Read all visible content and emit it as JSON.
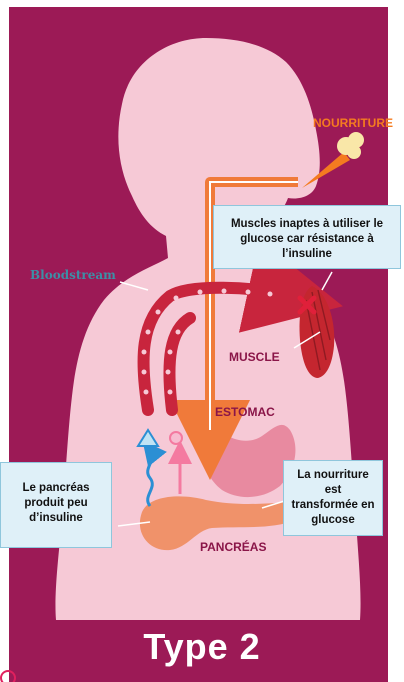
{
  "labels": {
    "food": "NOURRITURE",
    "bloodstream": "Bloodstream",
    "muscle": "MUSCLE",
    "stomach": "ESTOMAC",
    "pancreas": "PANCRÉAS"
  },
  "boxes": {
    "muscle_note": "Muscles inaptes à utiliser le glucose car résistance à l’insuline",
    "pancreas_note": "Le pancréas produit peu d’insuline",
    "stomach_note": "La nourriture est transformée en glucose"
  },
  "title": "Type 2",
  "colors": {
    "background": "#9c1a56",
    "body": "#f6c9d6",
    "artery": "#c8253d",
    "info_box": "#dff0f8",
    "food": "#f47b20",
    "insulin": "#3d8fa6"
  }
}
